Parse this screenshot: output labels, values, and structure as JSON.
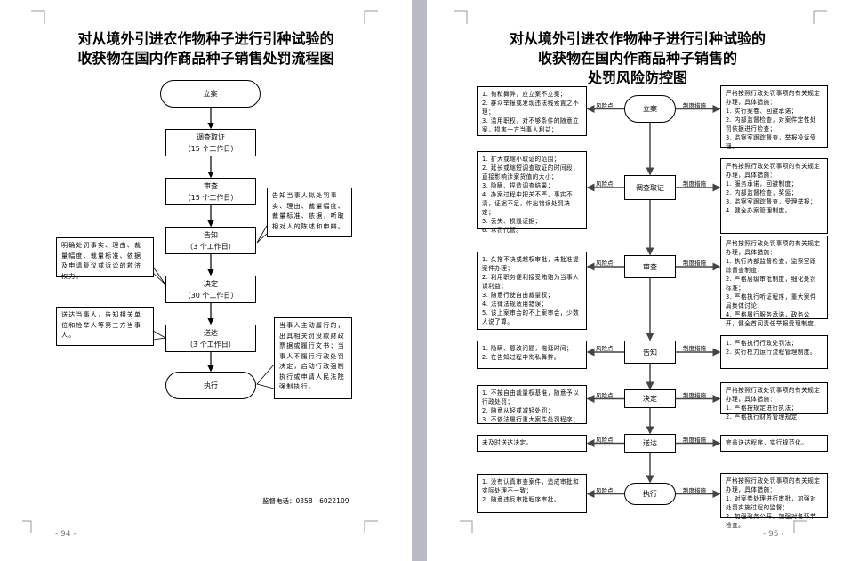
{
  "left_page": {
    "title_lines": [
      "对从境外引进农作物种子进行引种试验的",
      "收获物在国内作商品种子销售处罚流程图"
    ],
    "nodes": [
      {
        "label": "立案",
        "days": ""
      },
      {
        "label": "调查取证",
        "days": "（15 个工作日）"
      },
      {
        "label": "审查",
        "days": "（15 个工作日）"
      },
      {
        "label": "告知",
        "days": "（3 个工作日）"
      },
      {
        "label": "决定",
        "days": "（30 个工作日）"
      },
      {
        "label": "送达",
        "days": "（3 个工作日）"
      },
      {
        "label": "执行",
        "days": ""
      }
    ],
    "callouts": {
      "notify": "告知当事人拟处罚事实、理由、裁量幅度、裁量标准、依据，听取相对人的陈述和申辩。",
      "decide": "明确处罚事实、理由、裁量幅度、裁量标准、依据及申请复议或诉讼的救济权力。",
      "deliver": "送达当事人，告知相关单位和检举人等第三方当事人。",
      "execute": "当事人主动履行的，出具相关罚没款财政票据或履行文书；当事人不履行行政处罚决定，启动行政强制执行或申请人民法院强制执行。"
    },
    "phone": "监督电话：0358－6022109",
    "page_number": "- 94 -"
  },
  "right_page": {
    "title_lines": [
      "对从境外引进农作物种子进行引种试验的",
      "收获物在国内作商品种子销售的",
      "处罚风险防控图"
    ],
    "risk_label": "风险点",
    "measure_label": "制度措施",
    "rows": [
      {
        "node": "立案",
        "risk": "1. 徇私舞弊，应立案不立案；\n2. 群众举报或发现违法线索置之不理；\n3. 滥用职权，对不够条件的随意立案，损害一方当事人利益；",
        "measure": "严格按照行政处罚事项的有关规定办理，具体措施：\n1. 实行案卷、回避承诺；\n2. 内部监督检查，对案件定性处罚依据进行检查；\n3. 监察室跟踪督查，举报投诉受理。"
      },
      {
        "node": "调查取证",
        "risk": "1. 扩大或缩小取证的范围；\n2. 延长或缩短调查取证的时间段，直接影响涉案货值的大小；\n3. 隐瞒、捏造调查结果；\n4. 办案过程中把关不严，事实不清，证据不足，作出错误处罚决定；\n5. 丢失、损毁证据；\n6. 以罚代管。",
        "measure": "严格按照行政处罚事项的有关规定办理，具体措施：\n1. 服务承诺，回避制度；\n2. 内部监督检查，奖惩；\n3. 监察室跟踪督查，受理举报；\n4. 健全办案管理制度。"
      },
      {
        "node": "审查",
        "risk": "1. 久拖不决或越权审批，未批准提案件办理；\n2. 利用职务便利接受贿赂为当事人谋利益；\n3. 随意行使自由裁量权；\n4. 法律法规适用错误；\n5. 该上案审会的不上案审会，少数人说了算。",
        "measure": "严格按照行政处罚事项的有关规定办理，具体措施：\n1. 执行内部监督检查，监察室跟踪督查制度；\n2. 严格层级审批制度，细化处罚标准；\n3. 严格执行听证程序，重大案件局集体讨论；\n4. 严格履行服务承诺，政务公开，健全首问责任举报受理制度。"
      },
      {
        "node": "告知",
        "risk": "1. 隐瞒、篡改问题，拖延时间；\n2. 在告知过程中徇私舞弊。",
        "measure": "1. 严格执行行政处罚法；\n2. 实行权力运行流程管理制度。"
      },
      {
        "node": "决定",
        "risk": "1. 不按自由裁量权基准，随意予以行政处罚；\n2. 随意从轻或减轻处罚；\n3. 不依法履行重大案件处罚程序；",
        "measure": "严格按照行政处罚事项的有关规定办理，具体措施：\n1. 严格按规定进行执法；\n2. 严格执行财务管理规定；"
      },
      {
        "node": "送达",
        "risk": "未及时送达决定。",
        "measure": "完善送达程序，实行规范化。"
      },
      {
        "node": "执行",
        "risk": "1. 没有认真审查案件，造成审批和实际处理不一致；\n2. 随意违反审批程序审批。",
        "measure": "严格按照行政处罚事项的有关规定办理，具体措施：\n1. 对案卷处理进行审批，加强对处罚实施过程的监督；\n2. 加强政务公开，加强对各环节检查。"
      }
    ],
    "page_number": "- 95 -"
  },
  "colors": {
    "gutter": "#b8bbc3",
    "page": "#ffffff",
    "line": "#000000",
    "connector": "#555555"
  }
}
